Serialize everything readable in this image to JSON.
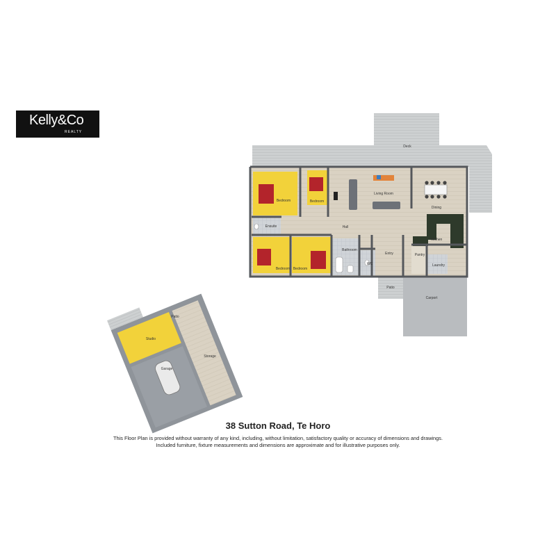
{
  "logo": {
    "brand": "Kelly&Co",
    "tagline": "REALTY"
  },
  "rooms": {
    "deck": "Deck",
    "bedroom_1": "Bedroom",
    "bedroom_2": "Bedroom",
    "living": "Living Room",
    "dining": "Dining",
    "ensuite": "Ensuite",
    "hall": "Hall",
    "kitchen": "Kitchen",
    "bathroom": "Bathroom",
    "entry": "Entry",
    "bedroom_3": "Bedroom",
    "bedroom_4": "Bedroom",
    "wc": "WC",
    "pantry": "Pantry",
    "laundry": "Laundry",
    "patio_main": "Patio",
    "carport": "Carport",
    "patio_studio": "Patio",
    "studio": "Studio",
    "storage": "Storage",
    "garage": "Garage"
  },
  "colors": {
    "bedroom_floor": "#f2d23a",
    "wood_floor": "#dcd4c6",
    "tile_floor": "#bfc6cc",
    "kitchen_bench": "#2d3a2a",
    "deck": "#cfd2d3",
    "wall": "#5a5d62"
  },
  "address": "38 Sutton Road, Te Horo",
  "disclaimer_line1": "This Floor Plan is provided without warranty of any kind, including, without limitation, satisfactory quality or accuracy of dimensions and drawings.",
  "disclaimer_line2": "Included furniture, fixture measurements and dimensions are approximate and for illustrative purposes only."
}
